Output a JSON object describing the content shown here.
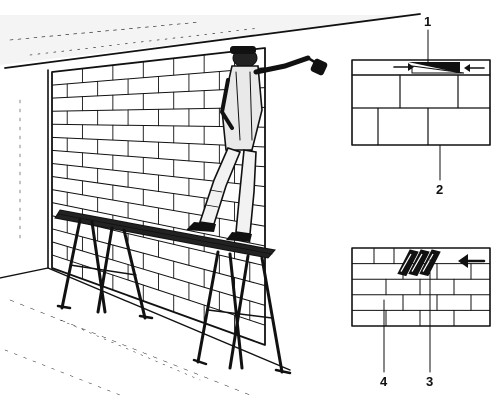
{
  "callouts": {
    "c1": "1",
    "c2": "2",
    "c3": "3",
    "c4": "4"
  },
  "icons": {
    "worker": "worker-with-hammer-icon",
    "scaffold": "trestle-scaffold-icon",
    "arrow": "arrow-icon"
  },
  "colors": {
    "ink": "#111111",
    "paper": "#ffffff"
  }
}
